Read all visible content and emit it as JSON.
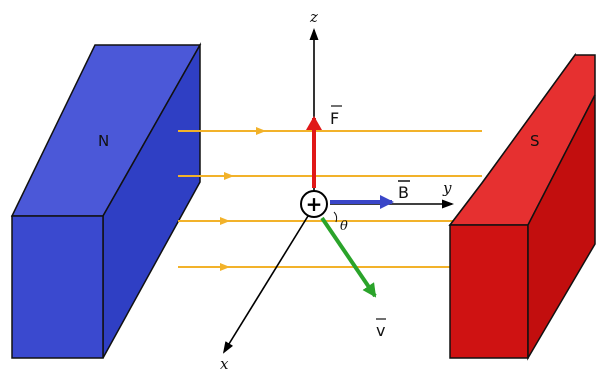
{
  "magnets": {
    "north_label": "N",
    "south_label": "S",
    "north_color": "#2f3fc4",
    "south_color": "#e01818"
  },
  "axes": {
    "x_label": "x",
    "y_label": "y",
    "z_label": "z"
  },
  "vectors": {
    "force": {
      "label": "F",
      "color": "#e01818"
    },
    "field": {
      "label": "B",
      "color": "#3a46c8"
    },
    "velocity": {
      "label": "v",
      "color": "#2aa32a"
    }
  },
  "angle_label": "θ",
  "charge": {
    "symbol": "+"
  },
  "field_line_color": "#f2b22a"
}
